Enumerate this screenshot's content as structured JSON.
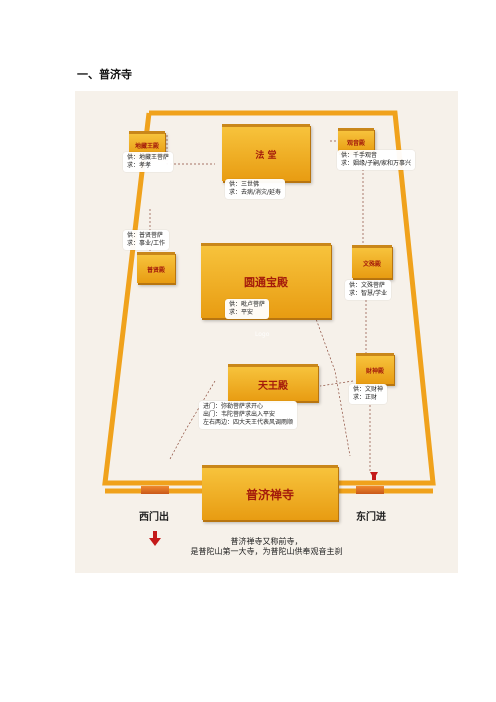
{
  "section_heading": "一、普济寺",
  "map": {
    "halls": {
      "dizang": "地藏王殿",
      "fatang": "法  堂",
      "guanyin": "观音殿",
      "puxian": "普贤殿",
      "wenshu": "文殊殿",
      "yuantong": "圆通宝殿",
      "caishen": "财神殿",
      "tianwang": "天王殿",
      "main_gate": "普济禅寺"
    },
    "notes": {
      "dizang": [
        "供：地藏王菩萨",
        "求：孝孝"
      ],
      "fatang": [
        "供：三世佛",
        "求：去病/消灾/延寿"
      ],
      "guanyin": [
        "供：千手观音",
        "求：姻缘/子嗣/家和万事兴"
      ],
      "puxian": [
        "供：普贤菩萨",
        "求：事业/工作"
      ],
      "wenshu": [
        "供：文殊菩萨",
        "求：智慧/学业"
      ],
      "yuantong": [
        "供：毗卢菩萨",
        "求：平安"
      ],
      "caishen": [
        "供：文财神",
        "求：正财"
      ],
      "tianwang": [
        "进门：弥勒菩萨求开心",
        "出门：韦陀菩萨求出入平安",
        "左右两边：四大天王代表风调雨顺"
      ]
    },
    "gates": {
      "west_label": "西门出",
      "east_label": "东门进"
    },
    "caption": [
      "普济禅寺又称前寺，",
      "是普陀山第一大寺，为普陀山供奉观音主刹"
    ],
    "watermark": "Logo"
  }
}
